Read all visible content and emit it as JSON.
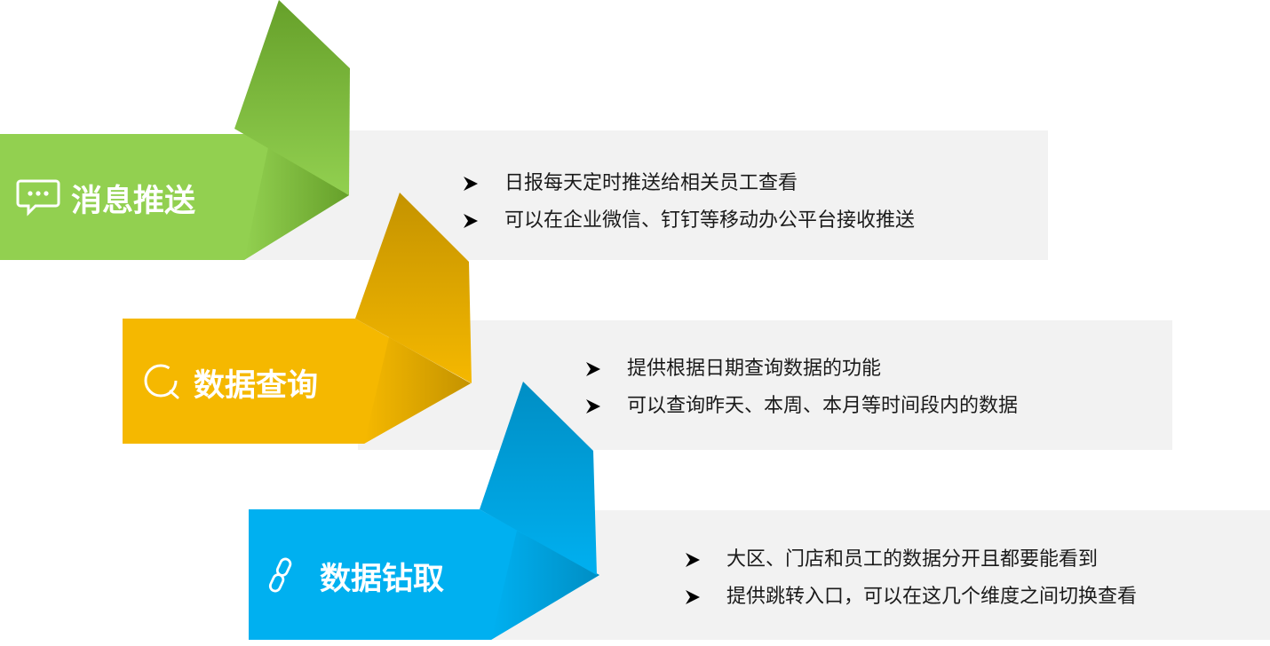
{
  "blocks": [
    {
      "title": "消息推送",
      "icon": "chat-bubble-icon",
      "color": "#92d050",
      "color_dark": "#66a02a",
      "bullets": [
        "日报每天定时推送给相关员工查看",
        "可以在企业微信、钉钉等移动办公平台接收推送"
      ]
    },
    {
      "title": "数据查询",
      "icon": "search-icon",
      "color": "#f5b800",
      "color_dark": "#c49300",
      "bullets": [
        "提供根据日期查询数据的功能",
        "可以查询昨天、本周、本月等时间段内的数据"
      ]
    },
    {
      "title": "数据钻取",
      "icon": "link-icon",
      "color": "#00b0f0",
      "color_dark": "#008ec4",
      "bullets": [
        "大区、门店和员工的数据分开且都要能看到",
        "提供跳转入口，可以在这几个维度之间切换查看"
      ]
    }
  ],
  "panel_color": "#f2f2f2"
}
